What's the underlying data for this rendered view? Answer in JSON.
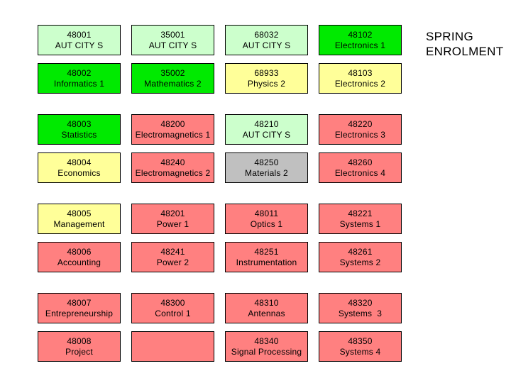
{
  "title": {
    "line1": "SPRING",
    "line2": "ENROLMENT"
  },
  "colors": {
    "pale_green": "#ccffcc",
    "bright_green": "#00ea00",
    "yellow": "#ffff99",
    "salmon": "#ff8080",
    "gray": "#c0c0c0",
    "border": "#000000",
    "background": "#ffffff",
    "text": "#000000"
  },
  "grid": {
    "columns": 4,
    "rows": 8,
    "cells": [
      {
        "row": 0,
        "col": 0,
        "code": "48001",
        "name": "AUT CITY S",
        "color": "pale_green"
      },
      {
        "row": 0,
        "col": 1,
        "code": "35001",
        "name": "AUT CITY S",
        "color": "pale_green"
      },
      {
        "row": 0,
        "col": 2,
        "code": "68032",
        "name": "AUT CITY S",
        "color": "pale_green"
      },
      {
        "row": 0,
        "col": 3,
        "code": "48102",
        "name": "Electronics 1",
        "color": "bright_green"
      },
      {
        "row": 1,
        "col": 0,
        "code": "48002",
        "name": "Informatics 1",
        "color": "bright_green"
      },
      {
        "row": 1,
        "col": 1,
        "code": "35002",
        "name": "Mathematics 2",
        "color": "bright_green"
      },
      {
        "row": 1,
        "col": 2,
        "code": "68933",
        "name": "Physics 2",
        "color": "yellow"
      },
      {
        "row": 1,
        "col": 3,
        "code": "48103",
        "name": "Electronics 2",
        "color": "yellow"
      },
      {
        "row": 2,
        "col": 0,
        "code": "48003",
        "name": "Statistics",
        "color": "bright_green"
      },
      {
        "row": 2,
        "col": 1,
        "code": "48200",
        "name": "Electromagnetics 1",
        "color": "salmon"
      },
      {
        "row": 2,
        "col": 2,
        "code": "48210",
        "name": "AUT CITY S",
        "color": "pale_green"
      },
      {
        "row": 2,
        "col": 3,
        "code": "48220",
        "name": "Electronics 3",
        "color": "salmon"
      },
      {
        "row": 3,
        "col": 0,
        "code": "48004",
        "name": "Economics",
        "color": "yellow"
      },
      {
        "row": 3,
        "col": 1,
        "code": "48240",
        "name": "Electromagnetics 2",
        "color": "salmon"
      },
      {
        "row": 3,
        "col": 2,
        "code": "48250",
        "name": "Materials 2",
        "color": "gray"
      },
      {
        "row": 3,
        "col": 3,
        "code": "48260",
        "name": "Electronics 4",
        "color": "salmon"
      },
      {
        "row": 4,
        "col": 0,
        "code": "48005",
        "name": "Management",
        "color": "yellow"
      },
      {
        "row": 4,
        "col": 1,
        "code": "48201",
        "name": "Power 1",
        "color": "salmon"
      },
      {
        "row": 4,
        "col": 2,
        "code": "48011",
        "name": "Optics 1",
        "color": "salmon"
      },
      {
        "row": 4,
        "col": 3,
        "code": "48221",
        "name": "Systems 1",
        "color": "salmon"
      },
      {
        "row": 5,
        "col": 0,
        "code": "48006",
        "name": "Accounting",
        "color": "salmon"
      },
      {
        "row": 5,
        "col": 1,
        "code": "48241",
        "name": "Power 2",
        "color": "salmon"
      },
      {
        "row": 5,
        "col": 2,
        "code": "48251",
        "name": "Instrumentation",
        "color": "salmon"
      },
      {
        "row": 5,
        "col": 3,
        "code": "48261",
        "name": "Systems 2",
        "color": "salmon"
      },
      {
        "row": 6,
        "col": 0,
        "code": "48007",
        "name": "Entrepreneurship",
        "color": "salmon"
      },
      {
        "row": 6,
        "col": 1,
        "code": "48300",
        "name": "Control 1",
        "color": "salmon"
      },
      {
        "row": 6,
        "col": 2,
        "code": "48310",
        "name": "Antennas",
        "color": "salmon"
      },
      {
        "row": 6,
        "col": 3,
        "code": "48320",
        "name": "Systems  3",
        "color": "salmon"
      },
      {
        "row": 7,
        "col": 0,
        "code": "48008",
        "name": "Project",
        "color": "salmon"
      },
      {
        "row": 7,
        "col": 1,
        "code": "",
        "name": "",
        "color": "salmon"
      },
      {
        "row": 7,
        "col": 2,
        "code": "48340",
        "name": "Signal Processing",
        "color": "salmon"
      },
      {
        "row": 7,
        "col": 3,
        "code": "48350",
        "name": "Systems 4",
        "color": "salmon"
      }
    ]
  }
}
